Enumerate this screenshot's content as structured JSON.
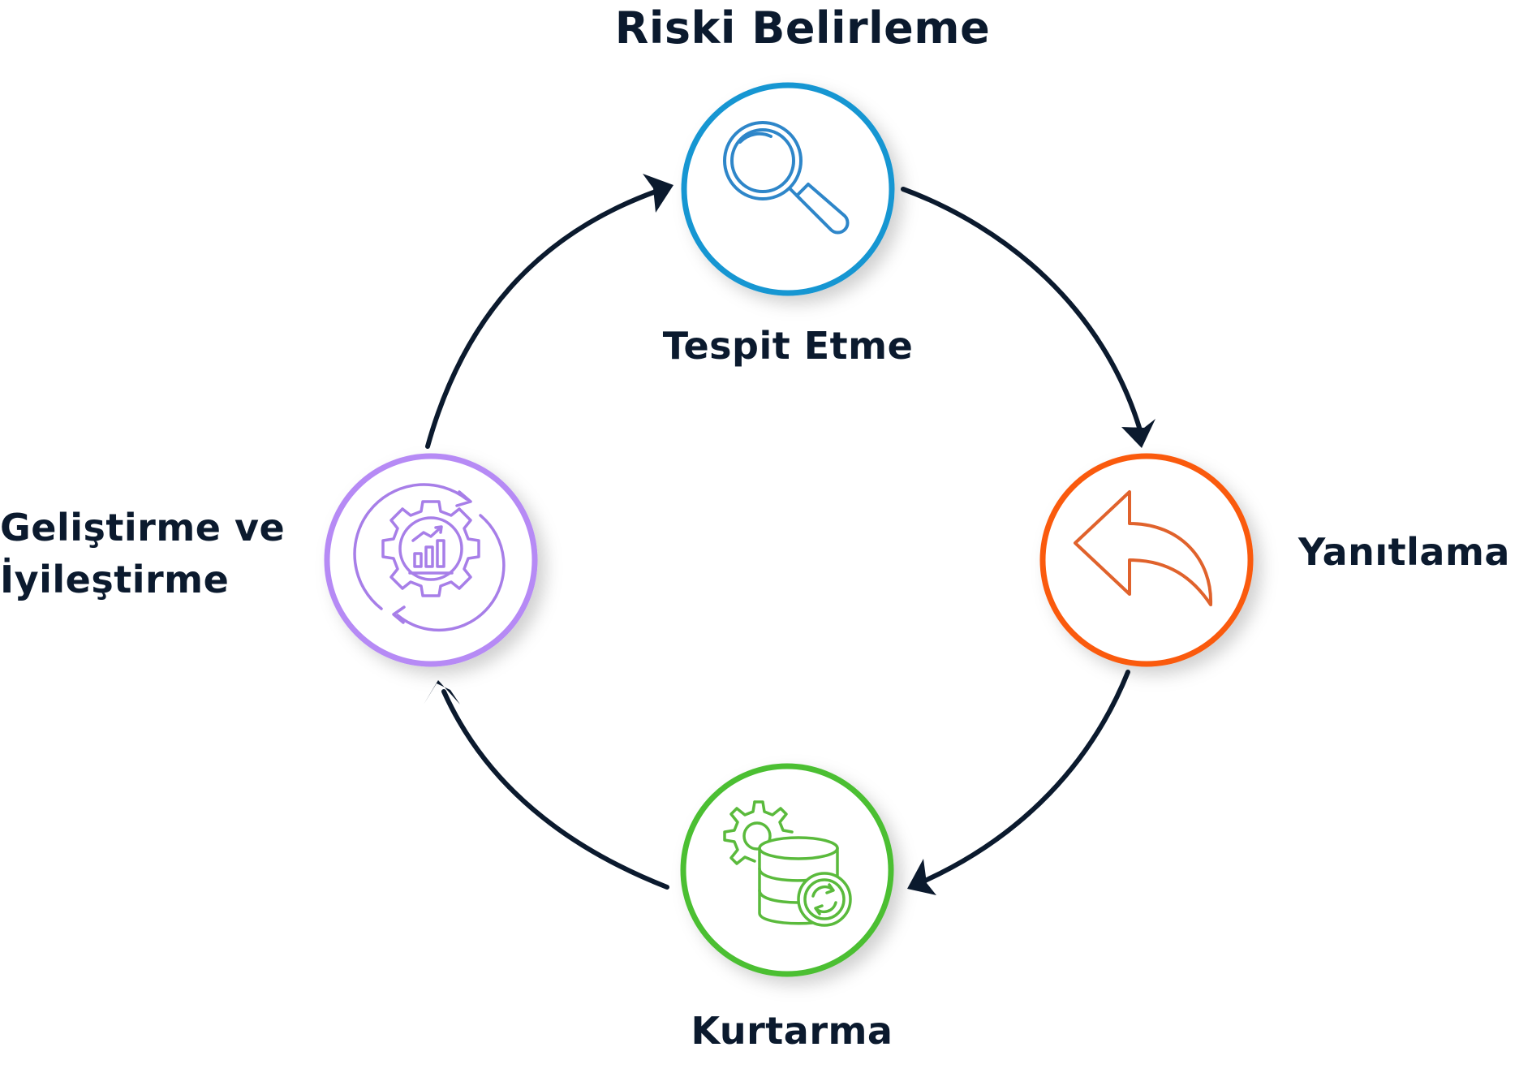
{
  "title": "Riski Belirleme",
  "colors": {
    "arrow": "#0b1a2e",
    "text": "#0b1a2e",
    "detect": "#1596d2",
    "respond": "#fa5a0f",
    "recover": "#4cbf33",
    "improve": "#b68af5"
  },
  "steps": {
    "detect": {
      "label": "Tespit Etme",
      "icon": "magnifier-icon"
    },
    "respond": {
      "label": "Yanıtlama",
      "icon": "reply-arrow-icon"
    },
    "recover": {
      "label": "Kurtarma",
      "icon": "database-sync-icon"
    },
    "improve": {
      "label_line1": "Geliştirme ve",
      "label_line2": "İyileştirme",
      "icon": "gear-chart-cycle-icon"
    }
  }
}
